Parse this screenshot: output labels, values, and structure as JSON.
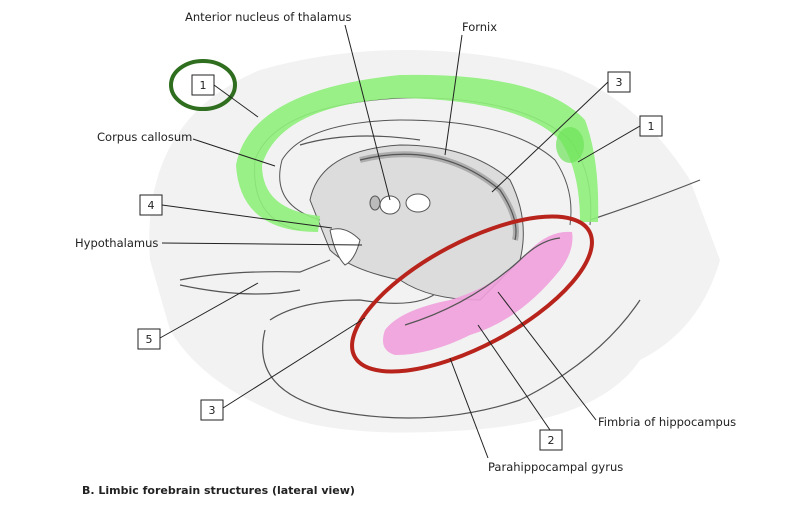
{
  "labels": {
    "anterior_nucleus": "Anterior nucleus of thalamus",
    "fornix": "Fornix",
    "corpus_callosum": "Corpus callosum",
    "hypothalamus": "Hypothalamus",
    "fimbria": "Fimbria of hippocampus",
    "parahippocampal": "Parahippocampal gyrus"
  },
  "number_boxes": {
    "cingulate_left": "1",
    "cingulate_right": "1",
    "fornix_box": "3",
    "fornix_lower_box": "3",
    "septal_box": "4",
    "olfactory_box": "5",
    "hippocampus_box": "2"
  },
  "caption": "B. Limbic forebrain structures (lateral view)",
  "colors": {
    "green_highlight": "#8ef07a",
    "pink_highlight": "#f0a0dc",
    "green_circle": "#2e6e1e",
    "red_ellipse": "#b8241c"
  }
}
